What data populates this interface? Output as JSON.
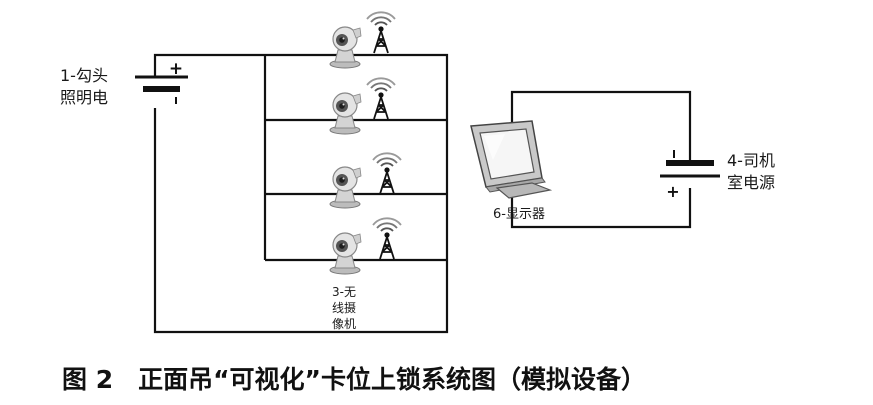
{
  "labels": {
    "hook_light_line1": "1-勾头",
    "hook_light_line2": "照明电",
    "camera_line1": "3-无",
    "camera_line2": "线摄",
    "camera_line3": "像机",
    "cab_power_line1": "4-司机",
    "cab_power_line2": "室电源",
    "display": "6-显示器"
  },
  "signs": {
    "plus": "+",
    "minus": "-"
  },
  "caption": "图 2　正面吊“可视化”卡位上锁系统图（模拟设备）",
  "icons": {
    "camera": "wireless-camera-icon",
    "antenna": "antenna-tower-icon",
    "monitor": "monitor-icon",
    "battery": "battery-icon"
  },
  "colors": {
    "line": "#111111",
    "text": "#1a1a1a"
  }
}
